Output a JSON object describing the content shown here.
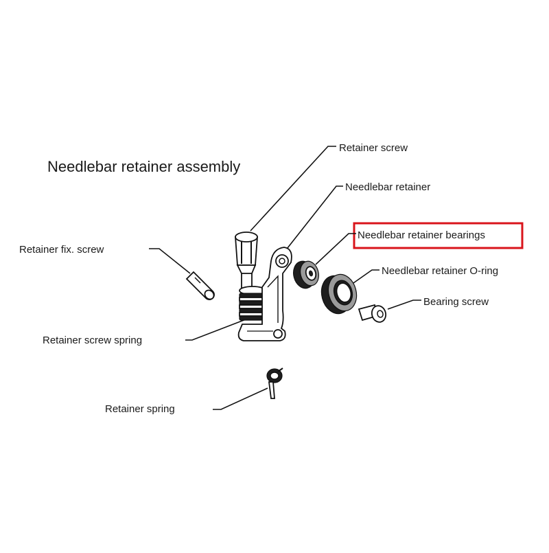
{
  "title": "Needlebar retainer assembly",
  "labels": {
    "retainer_screw": "Retainer screw",
    "needlebar_retainer": "Needlebar retainer",
    "needlebar_retainer_bearings": "Needlebar retainer bearings",
    "needlebar_retainer_o_ring": "Needlebar retainer O-ring",
    "bearing_screw": "Bearing screw",
    "retainer_fix_screw": "Retainer fix. screw",
    "retainer_screw_spring": "Retainer screw spring",
    "retainer_spring": "Retainer spring"
  },
  "highlight": {
    "target": "needlebar_retainer_bearings",
    "color": "#d9141b"
  }
}
